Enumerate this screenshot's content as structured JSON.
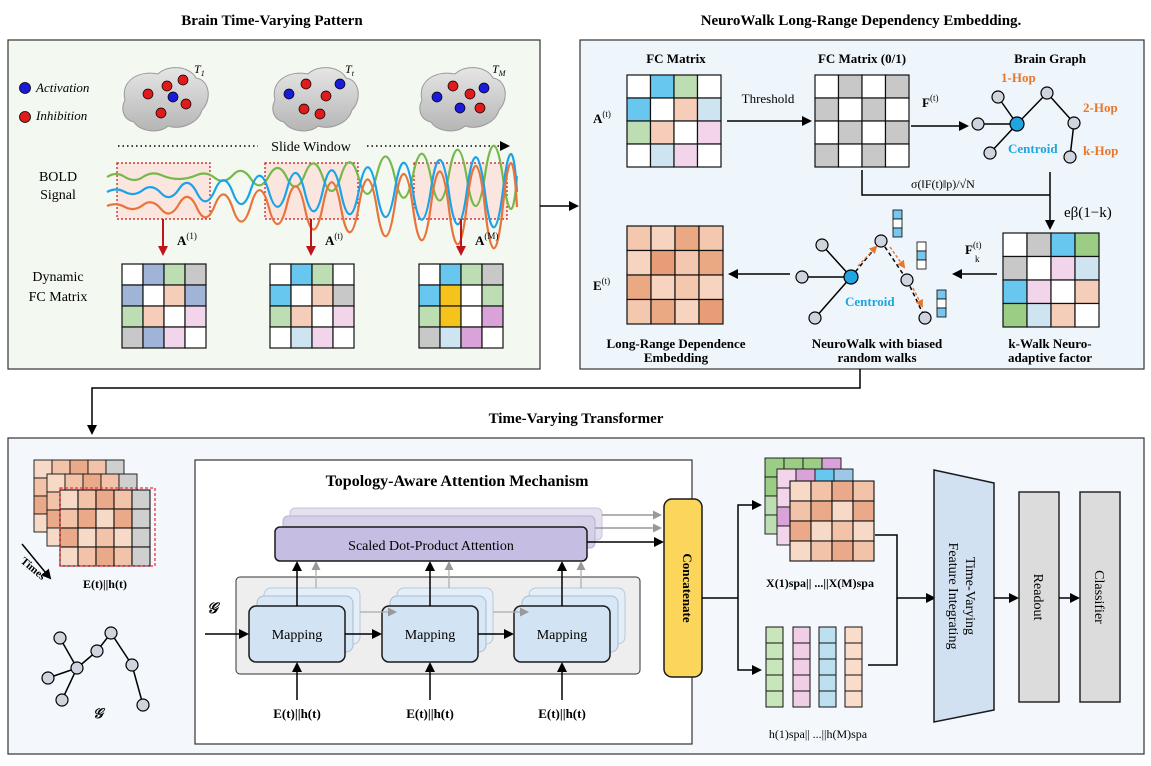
{
  "panels": {
    "brain_title": "Brain Time-Varying Pattern",
    "neurowalk_title": "NeuroWalk Long-Range Dependency Embedding.",
    "transformer_title": "Time-Varying Transformer"
  },
  "brain_pattern": {
    "legend_activation": "Activation",
    "legend_inhibition": "Inhibition",
    "t1": "T",
    "t1_sub": "1",
    "tt": "T",
    "tt_sub": "t",
    "tm": "T",
    "tm_sub": "M",
    "slide_window": "Slide Window",
    "bold_line1": "BOLD",
    "bold_line2": "Signal",
    "fc_line1": "Dynamic",
    "fc_line2": "FC Matrix",
    "a1": "A",
    "a1_sup": "(1)",
    "at": "A",
    "at_sup": "(t)",
    "am": "A",
    "am_sup": "(M)",
    "colors": {
      "activation": "#1a1adb",
      "inhibition": "#e01b1b",
      "green": "#77b84a",
      "blue": "#1aa3e8",
      "orange": "#e8743a"
    }
  },
  "neurowalk": {
    "fc_matrix": "FC Matrix",
    "fc_binary": "FC Matrix (0/1)",
    "brain_graph": "Brain Graph",
    "threshold": "Threshold",
    "a_label": "A",
    "a_sup": "(t)",
    "f_label": "F",
    "f_sup": "(t)",
    "hop1": "1-Hop",
    "hop2": "2-Hop",
    "hopk": "k-Hop",
    "centroid": "Centroid",
    "formula": "σ(‖F(t)‖p)/√N",
    "exp_formula": "eβ(1−k)",
    "fk_label": "F",
    "fk_sup": "(t)",
    "fk_sub": "k",
    "e_label": "E",
    "e_sup": "(t)",
    "lrd_line1": "Long-Range Dependence",
    "lrd_line2": "Embedding",
    "nw_line1": "NeuroWalk with biased",
    "nw_line2": "random walks",
    "kw_line1": "k-Walk Neuro-",
    "kw_line2": "adaptive factor"
  },
  "transformer": {
    "attention_title": "Topology-Aware Attention Mechanism",
    "sdpa": "Scaled Dot-Product Attention",
    "mapping": "Mapping",
    "concatenate": "Concatenate",
    "times": "Times",
    "input_label": "E(t)||h(t)",
    "g_label": "𝒢",
    "x_spa": "X(1)spa|| ...||X(M)spa",
    "h_spa": "h(1)spa|| ...||h(M)spa",
    "tvfi_line1": "Time-Varying",
    "tvfi_line2": "Feature Integrating",
    "readout": "Readout",
    "classifier": "Classifier"
  }
}
